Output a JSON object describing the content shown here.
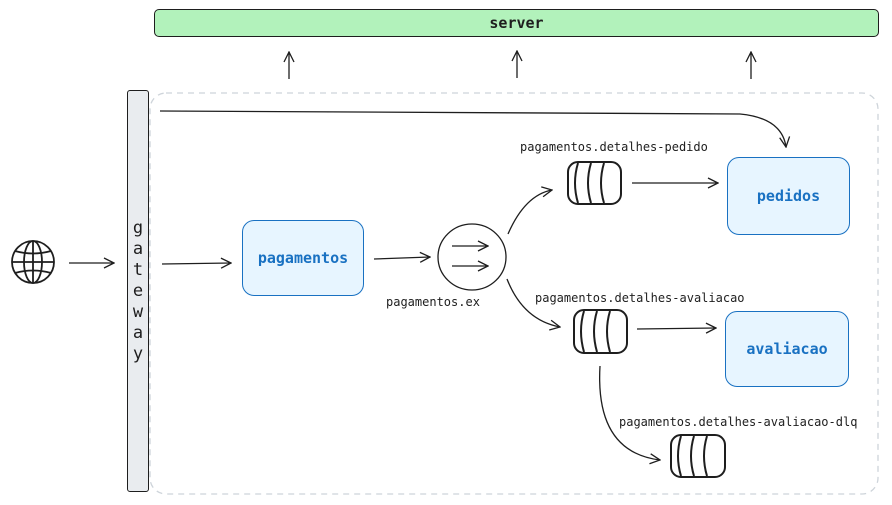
{
  "server": {
    "label": "server"
  },
  "gateway": {
    "label": "gateway"
  },
  "services": {
    "pagamentos": "pagamentos",
    "pedidos": "pedidos",
    "avaliacao": "avaliacao"
  },
  "exchange": {
    "label": "pagamentos.ex"
  },
  "queues": {
    "pedido": "pagamentos.detalhes-pedido",
    "avaliacao": "pagamentos.detalhes-avaliacao",
    "avaliacao_dlq": "pagamentos.detalhes-avaliacao-dlq"
  },
  "colors": {
    "server_fill": "#b2f2bb",
    "service_fill": "#e7f5ff",
    "service_stroke": "#1971c2",
    "gateway_fill": "#e9ecef",
    "stroke": "#1e1e1e",
    "boundary": "#ced4da"
  },
  "icons": {
    "client": "globe-icon",
    "queue": "queue-cylinder-icon",
    "exchange": "exchange-icon"
  }
}
